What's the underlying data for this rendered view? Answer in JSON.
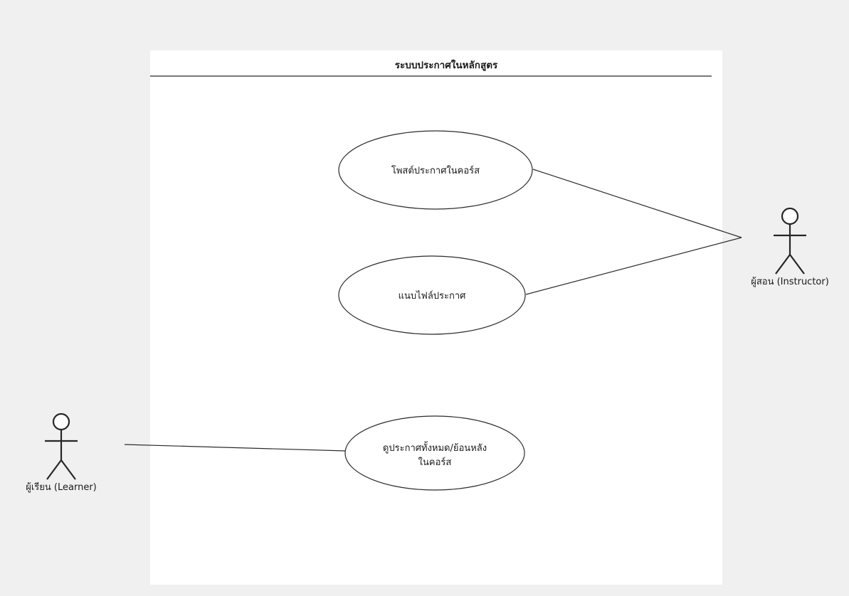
{
  "diagram": {
    "kind": "uml-use-case-diagram",
    "background_color": "#f0f0f0",
    "panel_color": "#ffffff",
    "line_color": "#2b2b2b",
    "system": {
      "title": "ระบบประกาศในหลักสูตร"
    },
    "use_cases": [
      {
        "id": "uc-post-announcement",
        "line1": "โพสต์ประกาศในคอร์ส",
        "line2": ""
      },
      {
        "id": "uc-attach-file",
        "line1": "แนบไฟล์ประกาศ",
        "line2": ""
      },
      {
        "id": "uc-view-announcements",
        "line1": "ดูประกาศทั้งหมด/ย้อนหลัง",
        "line2": "ในคอร์ส"
      }
    ],
    "actors": [
      {
        "id": "actor-instructor",
        "label": "ผู้สอน (Instructor)",
        "icon": "stick-figure-actor-icon"
      },
      {
        "id": "actor-learner",
        "label": "ผู้เรียน (Learner)",
        "icon": "stick-figure-actor-icon"
      }
    ],
    "associations": [
      {
        "from": "actor-instructor",
        "to": "uc-post-announcement"
      },
      {
        "from": "actor-instructor",
        "to": "uc-attach-file"
      },
      {
        "from": "actor-learner",
        "to": "uc-view-announcements"
      }
    ]
  }
}
